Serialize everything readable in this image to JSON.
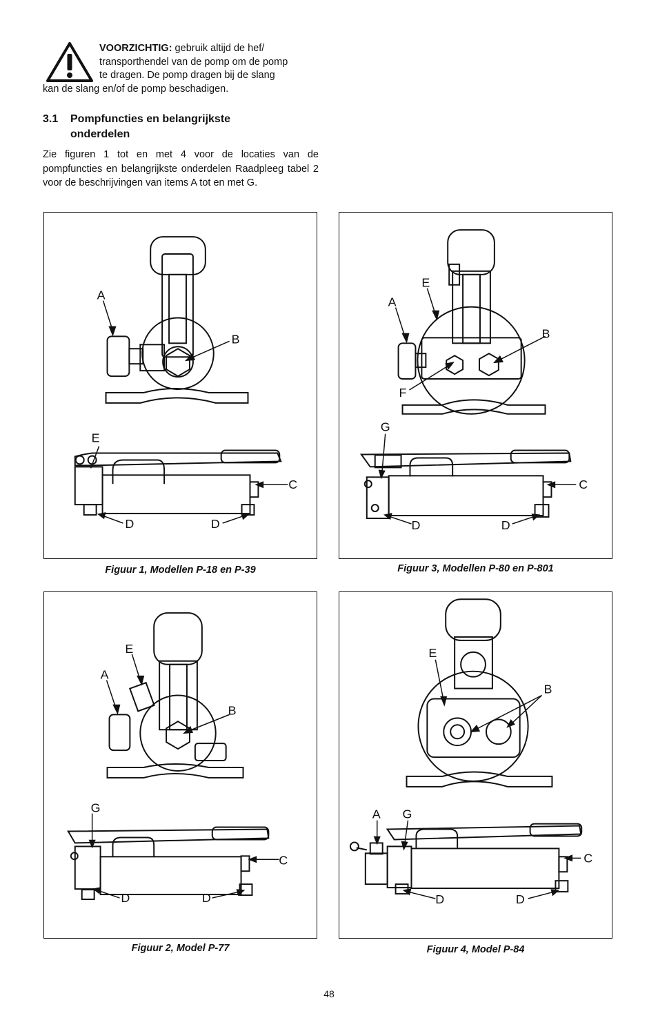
{
  "warning": {
    "icon": "warning-triangle-icon",
    "label": "VOORZICHTIG:",
    "line1": " gebruik altijd de hef/",
    "line2": "transporthendel van de pomp om de pomp",
    "line3": "te dragen. De pomp dragen bij de slang",
    "line4": "kan de slang en/of de pomp beschadigen."
  },
  "section": {
    "number": "3.1",
    "title_line1": "Pompfuncties en belangrijkste",
    "title_line2": "onderdelen"
  },
  "intro": "Zie figuren 1 tot en met 4 voor de locaties van de pompfuncties en belangrijkste onderdelen Raadpleeg tabel 2 voor de beschrijvingen van items A tot en met G.",
  "figures": [
    {
      "caption": "Figuur 1, Modellen P-18 en P-39",
      "labels": {
        "A": "A",
        "B": "B",
        "E": "E",
        "C": "C",
        "D1": "D",
        "D2": "D"
      }
    },
    {
      "caption": "Figuur 3, Modellen P-80 en P-801",
      "labels": {
        "E": "E",
        "A": "A",
        "B": "B",
        "F": "F",
        "G": "G",
        "C": "C",
        "D1": "D",
        "D2": "D"
      }
    },
    {
      "caption": "Figuur 2, Model P-77",
      "labels": {
        "E": "E",
        "A": "A",
        "B": "B",
        "G": "G",
        "C": "C",
        "D1": "D",
        "D2": "D"
      }
    },
    {
      "caption": "Figuur 4, Model P-84",
      "labels": {
        "E": "E",
        "B": "B",
        "A": "A",
        "G": "G",
        "C": "C",
        "D1": "D",
        "D2": "D"
      }
    }
  ],
  "page_number": "48"
}
